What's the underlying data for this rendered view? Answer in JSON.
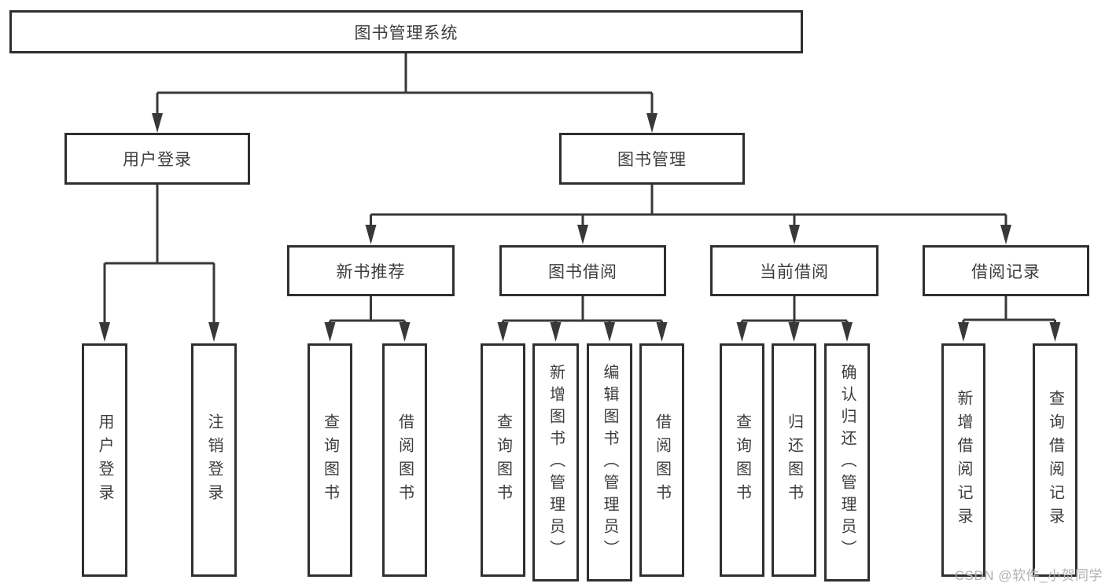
{
  "tree": {
    "label": "图书管理系统",
    "children": [
      {
        "label": "用户登录",
        "children": [
          {
            "label": "用户登录"
          },
          {
            "label": "注销登录"
          }
        ]
      },
      {
        "label": "图书管理",
        "children": [
          {
            "label": "新书推荐",
            "children": [
              {
                "label": "查询图书"
              },
              {
                "label": "借阅图书"
              }
            ]
          },
          {
            "label": "图书借阅",
            "children": [
              {
                "label": "查询图书"
              },
              {
                "label": "新增图书（管理员）"
              },
              {
                "label": "编辑图书（管理员）"
              },
              {
                "label": "借阅图书"
              }
            ]
          },
          {
            "label": "当前借阅",
            "children": [
              {
                "label": "查询图书"
              },
              {
                "label": "归还图书"
              },
              {
                "label": "确认归还（管理员）"
              }
            ]
          },
          {
            "label": "借阅记录",
            "children": [
              {
                "label": "新增借阅记录"
              },
              {
                "label": "查询借阅记录"
              }
            ]
          }
        ]
      }
    ]
  },
  "watermark": "CSDN @软件_小贺同学",
  "colors": {
    "background": "#ffffff",
    "line": "#383838",
    "border": "#2f2f2f",
    "text": "#3d3d3d",
    "watermark": "#b0b0b0"
  }
}
